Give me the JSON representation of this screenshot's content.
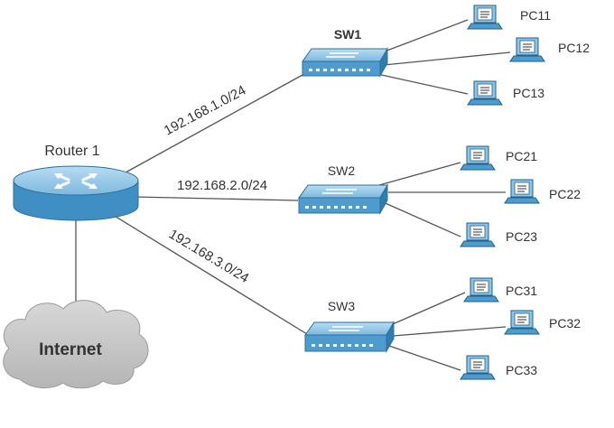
{
  "router": {
    "label": "Router 1"
  },
  "cloud": {
    "label": "Internet"
  },
  "networks": [
    {
      "label": "192.168.1.0/24"
    },
    {
      "label": "192.168.2.0/24"
    },
    {
      "label": "192.168.3.0/24"
    }
  ],
  "switches": [
    {
      "label": "SW1",
      "pcs": [
        "PC11",
        "PC12",
        "PC13"
      ]
    },
    {
      "label": "SW2",
      "pcs": [
        "PC21",
        "PC22",
        "PC23"
      ]
    },
    {
      "label": "SW3",
      "pcs": [
        "PC31",
        "PC32",
        "PC33"
      ]
    }
  ],
  "colors": {
    "device_fill": "#8fc4e4",
    "device_dark": "#2e7cb0",
    "cloud_fill": "#c8c8c8",
    "link": "#555555"
  }
}
